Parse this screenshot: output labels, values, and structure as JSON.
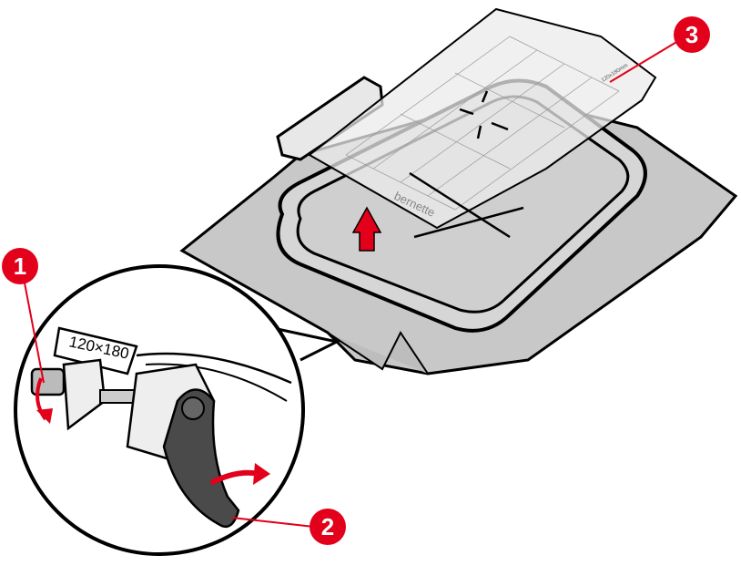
{
  "illustration": {
    "hoop_size_label": "120×180",
    "template_size_label": "120x180mm",
    "template_brand": "bernette"
  },
  "callouts": [
    {
      "number": "1",
      "target": "hoop-screw"
    },
    {
      "number": "2",
      "target": "clamp-lever"
    },
    {
      "number": "3",
      "target": "template"
    }
  ],
  "colors": {
    "accent_red": "#e2001a",
    "fabric": "#c8c8c8",
    "lever": "#4a4a4a",
    "outline": "#000000"
  }
}
